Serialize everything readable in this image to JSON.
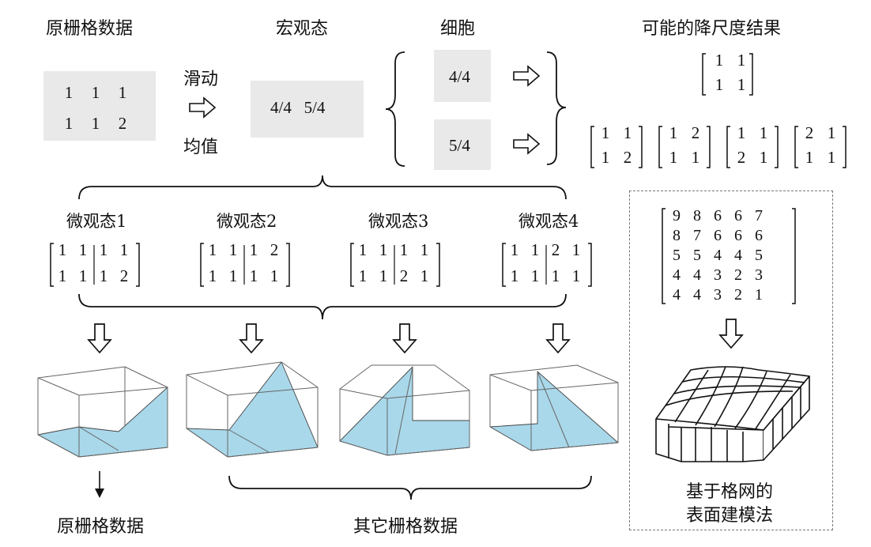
{
  "titles": {
    "raw_grid": "原栅格数据",
    "macro_state": "宏观态",
    "cell": "细胞",
    "possible_results": "可能的降尺度结果"
  },
  "raw_grid": {
    "rows": [
      [
        "1",
        "1",
        "1"
      ],
      [
        "1",
        "1",
        "2"
      ]
    ]
  },
  "sliding": {
    "top": "滑动",
    "bottom": "均值"
  },
  "macro_values": "4/4   5/4",
  "cells": [
    "4/4",
    "5/4"
  ],
  "possible": {
    "top": [
      [
        "1",
        "1"
      ],
      [
        "1",
        "1"
      ]
    ],
    "row": [
      [
        [
          "1",
          "1"
        ],
        [
          "1",
          "2"
        ]
      ],
      [
        [
          "1",
          "2"
        ],
        [
          "1",
          "1"
        ]
      ],
      [
        [
          "1",
          "1"
        ],
        [
          "2",
          "1"
        ]
      ],
      [
        [
          "2",
          "1"
        ],
        [
          "1",
          "1"
        ]
      ]
    ]
  },
  "micro_states": [
    {
      "label": "微观态1",
      "rows": [
        [
          "1",
          "1",
          "1",
          "1"
        ],
        [
          "1",
          "1",
          "1",
          "2"
        ]
      ]
    },
    {
      "label": "微观态2",
      "rows": [
        [
          "1",
          "1",
          "1",
          "2"
        ],
        [
          "1",
          "1",
          "1",
          "1"
        ]
      ]
    },
    {
      "label": "微观态3",
      "rows": [
        [
          "1",
          "1",
          "1",
          "1"
        ],
        [
          "1",
          "1",
          "2",
          "1"
        ]
      ]
    },
    {
      "label": "微观态4",
      "rows": [
        [
          "1",
          "1",
          "2",
          "1"
        ],
        [
          "1",
          "1",
          "1",
          "1"
        ]
      ]
    }
  ],
  "dem_grid": [
    [
      "9",
      "8",
      "6",
      "6",
      "7"
    ],
    [
      "8",
      "7",
      "6",
      "6",
      "6"
    ],
    [
      "5",
      "5",
      "4",
      "4",
      "5"
    ],
    [
      "4",
      "4",
      "3",
      "2",
      "3"
    ],
    [
      "4",
      "4",
      "3",
      "2",
      "1"
    ]
  ],
  "bottom": {
    "raw_grid": "原栅格数据",
    "other_grids": "其它栅格数据",
    "method_line1": "基于格网的",
    "method_line2": "表面建模法"
  },
  "colors": {
    "surface": "#a9d8ea",
    "box_bg": "#e9e9e9",
    "line": "#111111"
  }
}
